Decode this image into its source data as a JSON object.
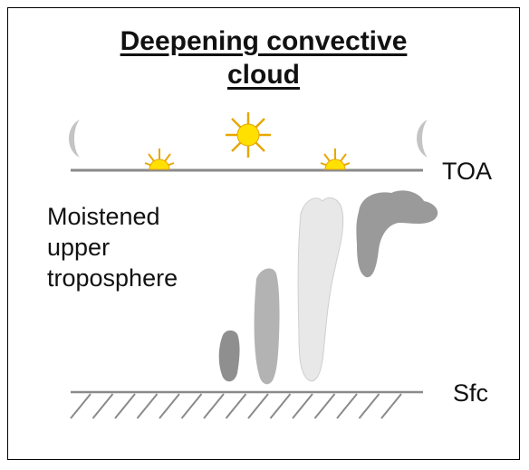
{
  "title": {
    "line1": "Deepening convective",
    "line2": "cloud"
  },
  "labels": {
    "top": "TOA",
    "surface": "Sfc",
    "annotation_line1": "Moistened",
    "annotation_line2": "upper",
    "annotation_line3": "troposphere"
  },
  "colors": {
    "sun_fill": "#ffe000",
    "sun_stroke": "#e6a800",
    "moon": "#c4c4c4",
    "line": "#8a8a8a",
    "cloud_dark": "#8f8f8f",
    "cloud_mid": "#b3b3b3",
    "cloud_light": "#e8e8e8",
    "cloud_upper": "#9a9a9a"
  }
}
